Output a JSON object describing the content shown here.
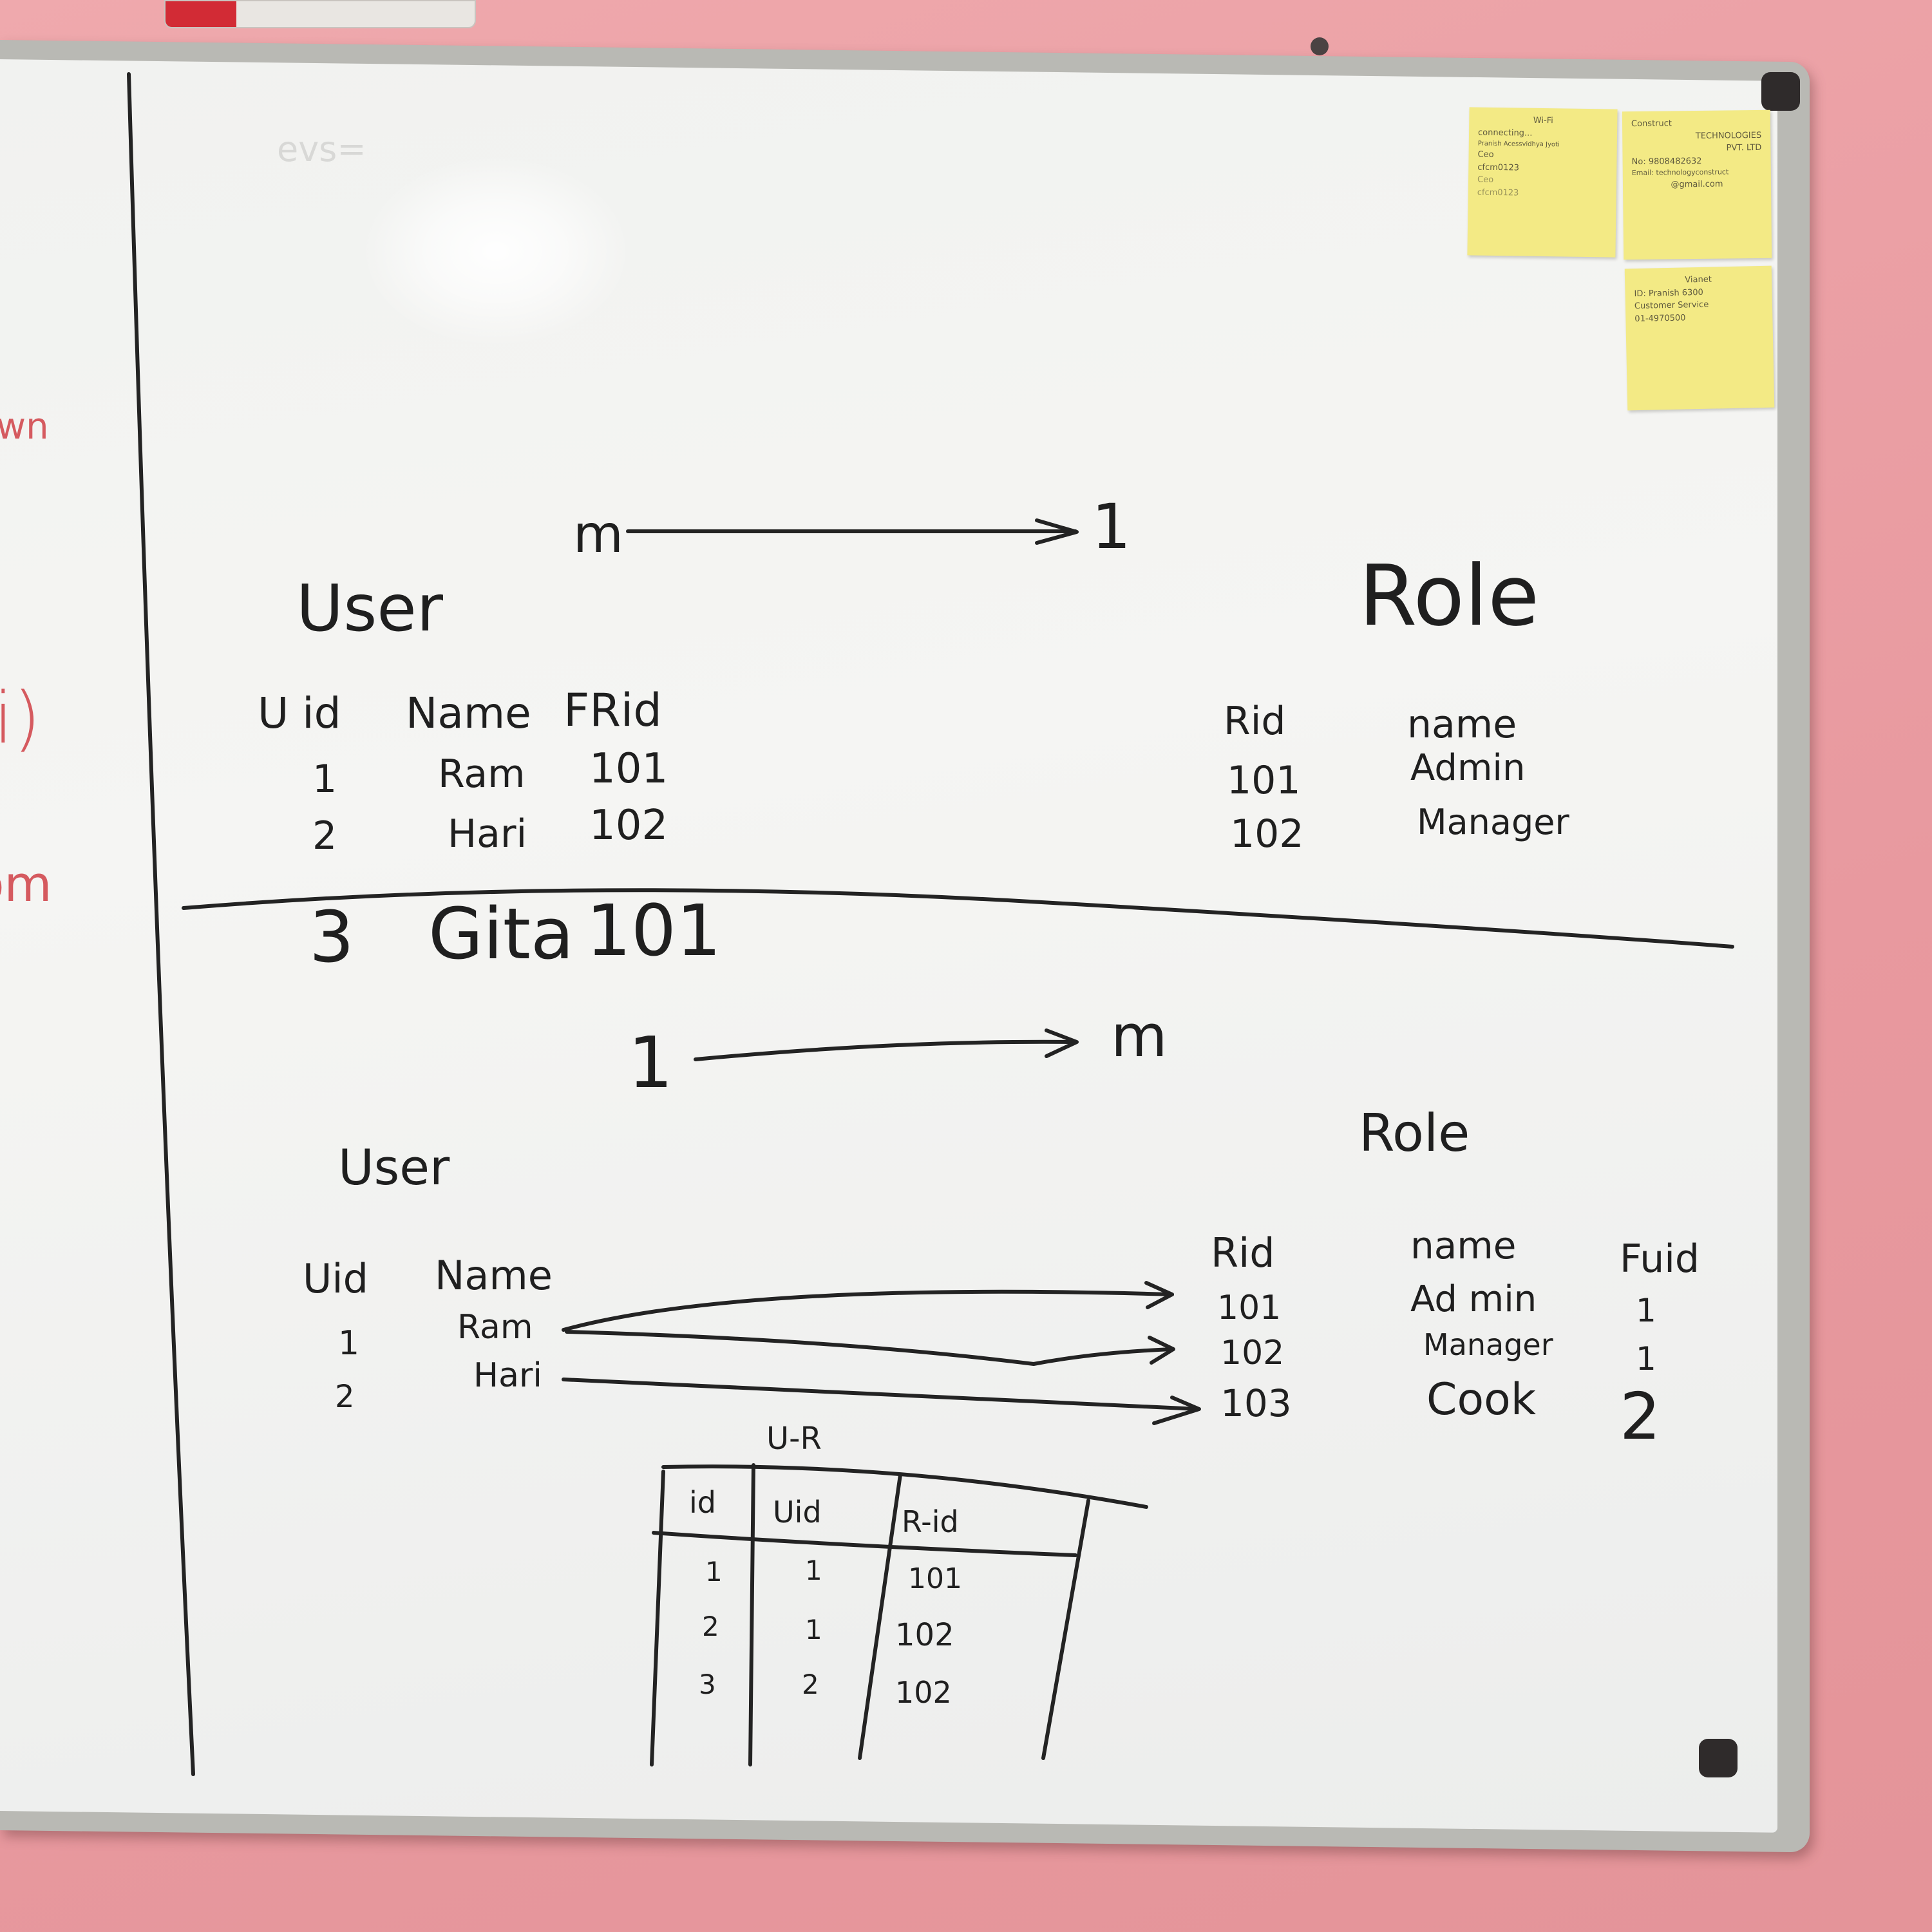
{
  "left_panel": {
    "fragment_1": "own",
    "fragment_2": "i)",
    "fragment_3": "om"
  },
  "faded_note": "evs=",
  "sticky_notes": [
    [
      "Wi-Fi",
      "connecting...",
      "Pranish Acessvidhya Jyoti",
      "Ceo",
      "cfcm0123",
      "Ceo",
      "cfcm0123"
    ],
    [
      "Construct",
      "TECHNOLOGIES",
      "PVT. LTD",
      "No: 9808482632",
      "Email: technologyconstruct",
      "@gmail.com"
    ],
    [
      "Vianet",
      "ID: Pranish 6300",
      "Customer Service",
      "01-4970500"
    ]
  ],
  "top": {
    "arrow_from": "m",
    "arrow_to": "1",
    "user": {
      "title": "User",
      "headers": [
        "U id",
        "Name",
        "FRid"
      ],
      "rows": [
        [
          "1",
          "Ram",
          "101"
        ],
        [
          "2",
          "Hari",
          "102"
        ],
        [
          "3",
          "Gita",
          "101"
        ]
      ]
    },
    "role": {
      "title": "Role",
      "headers": [
        "Rid",
        "name"
      ],
      "rows": [
        [
          "101",
          "Admin"
        ],
        [
          "102",
          "Manager"
        ]
      ]
    }
  },
  "bottom": {
    "arrow_from": "1",
    "arrow_to": "m",
    "user": {
      "title": "User",
      "headers": [
        "Uid",
        "Name"
      ],
      "rows": [
        [
          "1",
          "Ram"
        ],
        [
          "2",
          "Hari"
        ]
      ]
    },
    "role": {
      "title": "Role",
      "headers": [
        "Rid",
        "name",
        "Fuid"
      ],
      "rows": [
        [
          "101",
          "Ad min",
          "1"
        ],
        [
          "102",
          "Manager",
          "1"
        ],
        [
          "103",
          "Cook",
          "2"
        ]
      ]
    },
    "junction": {
      "title": "U-R",
      "headers": [
        "id",
        "Uid",
        "R-id"
      ],
      "rows": [
        [
          "1",
          "1",
          "101"
        ],
        [
          "2",
          "1",
          "102"
        ],
        [
          "3",
          "2",
          "102"
        ]
      ]
    }
  }
}
